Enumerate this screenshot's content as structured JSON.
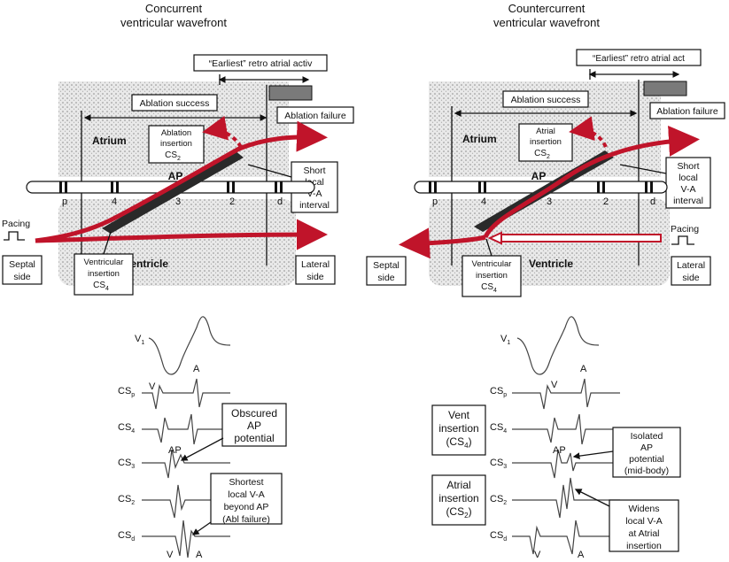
{
  "left": {
    "title_line1": "Concurrent",
    "title_line2": "ventricular wavefront",
    "earliest_label": "“Earliest” retro atrial activ",
    "ablation_success": "Ablation success",
    "ablation_failure": "Ablation failure",
    "atrium": "Atrium",
    "ventricle": "Ventricle",
    "ap": "AP",
    "insertion_line1": "Ablation",
    "insertion_line2": "insertion",
    "insertion_cs": "CS",
    "insertion_cs_sub": "2",
    "short_line1": "Short",
    "short_line2": "local",
    "short_line3": "V-A",
    "short_line4": "interval",
    "vent_line1": "Ventricular",
    "vent_line2": "insertion",
    "vent_cs": "CS",
    "vent_cs_sub": "4",
    "pacing": "Pacing",
    "septal_line1": "Septal",
    "septal_line2": "side",
    "lateral_line1": "Lateral",
    "lateral_line2": "side",
    "cath_p": "p",
    "cath_4": "4",
    "cath_3": "3",
    "cath_2": "2",
    "cath_d": "d",
    "obscured_line1": "Obscured",
    "obscured_line2": "AP",
    "obscured_line3": "potential",
    "shortest_line1": "Shortest",
    "shortest_line2": "local V-A",
    "shortest_line3": "beyond AP",
    "shortest_line4": "(Abl failure)"
  },
  "right": {
    "title_line1": "Countercurrent",
    "title_line2": "ventricular wavefront",
    "earliest_label": "“Earliest” retro atrial act",
    "ablation_success": "Ablation success",
    "ablation_failure": "Ablation failure",
    "atrium": "Atrium",
    "ventricle": "Ventricle",
    "ap": "AP",
    "insertion_line1": "Atrial",
    "insertion_line2": "insertion",
    "insertion_cs": "CS",
    "insertion_cs_sub": "2",
    "short_line1": "Short",
    "short_line2": "local",
    "short_line3": "V-A",
    "short_line4": "interval",
    "vent_line1": "Ventricular",
    "vent_line2": "insertion",
    "vent_cs": "CS",
    "vent_cs_sub": "4",
    "pacing": "Pacing",
    "septal_line1": "Septal",
    "septal_line2": "side",
    "lateral_line1": "Lateral",
    "lateral_line2": "side",
    "cath_p": "p",
    "cath_4": "4",
    "cath_3": "3",
    "cath_2": "2",
    "cath_d": "d",
    "ventins_line1": "Vent",
    "ventins_line2": "insertion",
    "ventins_line3": "(CS",
    "ventins_sub": "4",
    "ventins_close": ")",
    "atrins_line1": "Atrial",
    "atrins_line2": "insertion",
    "atrins_line3": "(CS",
    "atrins_sub": "2",
    "atrins_close": ")",
    "isolated_line1": "Isolated",
    "isolated_line2": "AP",
    "isolated_line3": "potential",
    "isolated_line4": "(mid-body)",
    "widens_line1": "Widens",
    "widens_line2": "local V-A",
    "widens_line3": "at Atrial",
    "widens_line4": "insertion"
  },
  "traces": {
    "v1": "V",
    "v1_sub": "1",
    "csp": "CS",
    "csp_sub": "p",
    "cs4": "CS",
    "cs4_sub": "4",
    "cs3": "CS",
    "cs3_sub": "3",
    "cs2": "CS",
    "cs2_sub": "2",
    "csd": "CS",
    "csd_sub": "d",
    "v_label": "V",
    "a_label": "A",
    "ap_label": "AP"
  },
  "colors": {
    "arrow_red": "#c0142a",
    "failure_gray": "#7a7a7a",
    "stipple": "#cfcfcf"
  }
}
